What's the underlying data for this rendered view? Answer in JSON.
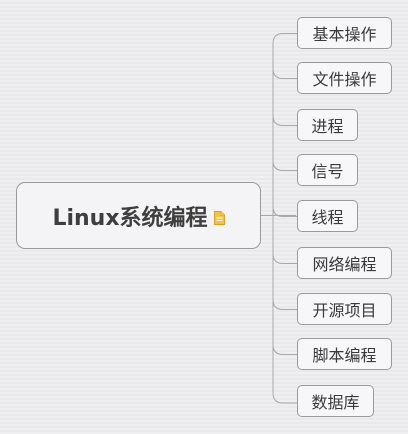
{
  "mindmap": {
    "root": {
      "label": "Linux系统编程",
      "icon": "note-icon",
      "icon_color": "#f4c342"
    },
    "children": [
      {
        "label": "基本操作"
      },
      {
        "label": "文件操作"
      },
      {
        "label": "进程"
      },
      {
        "label": "信号"
      },
      {
        "label": "线程"
      },
      {
        "label": "网络编程"
      },
      {
        "label": "开源项目"
      },
      {
        "label": "脚本编程"
      },
      {
        "label": "数据库"
      }
    ]
  },
  "colors": {
    "line": "#a9a9a9",
    "border": "#9a9a9a",
    "text": "#3a3a3a"
  }
}
